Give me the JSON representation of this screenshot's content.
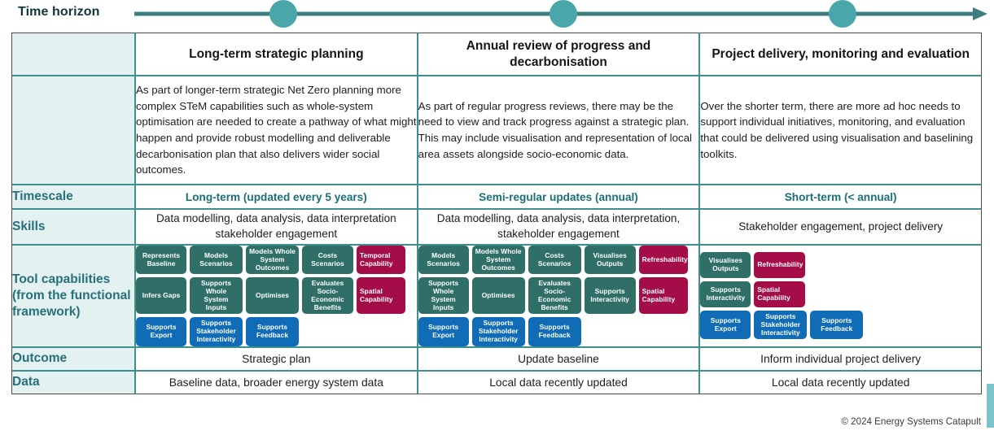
{
  "timeline": {
    "label": "Time horizon",
    "line_color": "#3d7d80",
    "marker_color": "#49a6a9",
    "markers": [
      1,
      2,
      3
    ]
  },
  "table": {
    "columns": [
      "Long-term strategic planning",
      "Annual review of progress and decarbonisation",
      "Project delivery, monitoring and evaluation"
    ],
    "rows": [
      {
        "label": "",
        "type": "description",
        "cells": [
          "As part of longer-term strategic Net Zero planning more complex STeM capabilities such as whole-system optimisation are needed to create a pathway of what might happen and provide robust modelling and deliverable decarbonisation plan that also delivers wider social outcomes.",
          "As part of regular progress reviews, there may be the need to view and track progress against a strategic plan. This may include visualisation and representation of local area assets alongside socio-economic data.",
          "Over the shorter term, there are more ad hoc needs to support individual initiatives, monitoring, and evaluation that could be delivered using visualisation and baselining toolkits."
        ]
      },
      {
        "label": "Timescale",
        "type": "timescale",
        "cells": [
          "Long-term (updated every 5 years)",
          "Semi-regular updates (annual)",
          "Short-term (< annual)"
        ]
      },
      {
        "label": "Skills",
        "type": "skills",
        "cells": [
          "Data modelling, data analysis, data interpretation stakeholder engagement",
          "Data modelling, data analysis, data interpretation, stakeholder engagement",
          "Stakeholder engagement, project delivery"
        ]
      },
      {
        "label": "Tool capabilities (from the functional framework)",
        "type": "tools",
        "cells": []
      },
      {
        "label": "Outcome",
        "type": "plain",
        "cells": [
          "Strategic plan",
          "Update baseline",
          "Inform individual project delivery"
        ]
      },
      {
        "label": "Data",
        "type": "plain",
        "cells": [
          "Baseline data, broader energy system data",
          "Local data recently updated",
          "Local data recently updated"
        ]
      }
    ]
  },
  "capabilities": {
    "colors": {
      "teal": "#2f6f68",
      "crimson": "#a50d48",
      "blue": "#106cb6"
    },
    "columns": [
      {
        "rows": [
          [
            {
              "label": "Represents Baseline",
              "color": "teal",
              "w": 62
            },
            {
              "label": "Models Scenarios",
              "color": "teal",
              "w": 65
            },
            {
              "label": "Models Whole System Outcomes",
              "color": "teal",
              "w": 65
            },
            {
              "label": "Costs Scenarios",
              "color": "teal",
              "w": 63
            },
            {
              "label": "Temporal Capability",
              "color": "crimson",
              "w": 60
            }
          ],
          [
            {
              "label": "Infers Gaps",
              "color": "teal",
              "w": 62
            },
            {
              "label": "Supports Whole System Inputs",
              "color": "teal",
              "w": 65
            },
            {
              "label": "Optimises",
              "color": "teal",
              "w": 65
            },
            {
              "label": "Evaluates Socio-Economic Benefits",
              "color": "teal",
              "w": 63
            },
            {
              "label": "Spatial Capability",
              "color": "crimson",
              "w": 60
            }
          ],
          [
            {
              "label": "Supports Export",
              "color": "blue",
              "w": 62
            },
            {
              "label": "Supports Stakeholder Interactivity",
              "color": "blue",
              "w": 65
            },
            {
              "label": "Supports Feedback",
              "color": "blue",
              "w": 65
            }
          ]
        ]
      },
      {
        "rows": [
          [
            {
              "label": "Models Scenarios",
              "color": "teal",
              "w": 62
            },
            {
              "label": "Models Whole System Outcomes",
              "color": "teal",
              "w": 65
            },
            {
              "label": "Costs Scenarios",
              "color": "teal",
              "w": 65
            },
            {
              "label": "Visualises Outputs",
              "color": "teal",
              "w": 63
            },
            {
              "label": "Refreshability",
              "color": "crimson",
              "w": 60
            }
          ],
          [
            {
              "label": "Supports Whole System Inputs",
              "color": "teal",
              "w": 62
            },
            {
              "label": "Optimises",
              "color": "teal",
              "w": 65
            },
            {
              "label": "Evaluates Socio-Economic Benefits",
              "color": "teal",
              "w": 65
            },
            {
              "label": "Supports Interactivity",
              "color": "teal",
              "w": 63
            },
            {
              "label": "Spatial Capability",
              "color": "crimson",
              "w": 60
            }
          ],
          [
            {
              "label": "Supports Export",
              "color": "blue",
              "w": 62
            },
            {
              "label": "Supports Stakeholder Interactivity",
              "color": "blue",
              "w": 65
            },
            {
              "label": "Supports Feedback",
              "color": "blue",
              "w": 65
            }
          ]
        ]
      },
      {
        "rows": [
          [
            {
              "label": "Visualises Outputs",
              "color": "teal",
              "w": 62
            },
            {
              "label": "Refreshability",
              "color": "crimson",
              "w": 63
            }
          ],
          [
            {
              "label": "Supports Interactivity",
              "color": "teal",
              "w": 62
            },
            {
              "label": "Spatial Capability",
              "color": "crimson",
              "w": 63
            }
          ],
          [
            {
              "label": "Supports Export",
              "color": "blue",
              "w": 62
            },
            {
              "label": "Supports Stakeholder Interactivity",
              "color": "blue",
              "w": 65
            },
            {
              "label": "Supports Feedback",
              "color": "blue",
              "w": 65
            }
          ]
        ]
      }
    ]
  },
  "footer": {
    "copyright": "© 2024 Energy Systems Catapult"
  }
}
